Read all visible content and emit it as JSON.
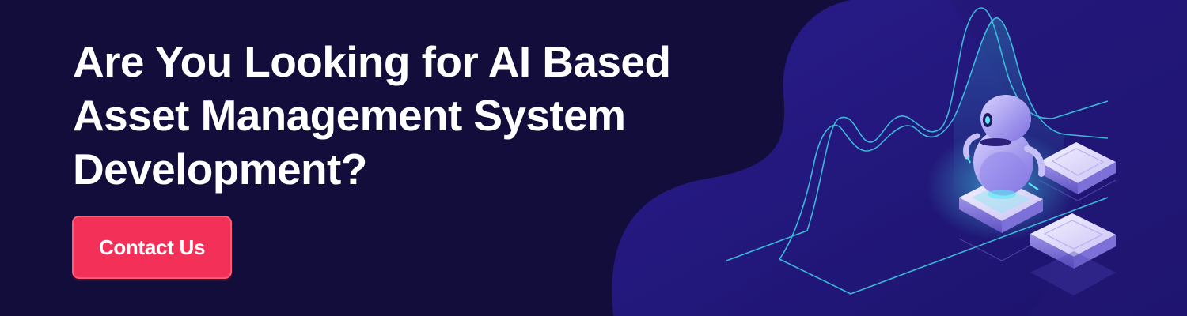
{
  "banner": {
    "headline_lines": [
      "Are You Looking for AI Based",
      "Asset Management System",
      "Development?"
    ],
    "cta_label": "Contact Us"
  },
  "colors": {
    "background": "#120d3a",
    "blob": "#21177a",
    "cta": "#f23058",
    "line_glow": "#3fd4e8",
    "platform": "#e6e2ff"
  },
  "icons": [
    "robot-illustration",
    "wave-chart-illustration",
    "platform-tiles-illustration"
  ]
}
